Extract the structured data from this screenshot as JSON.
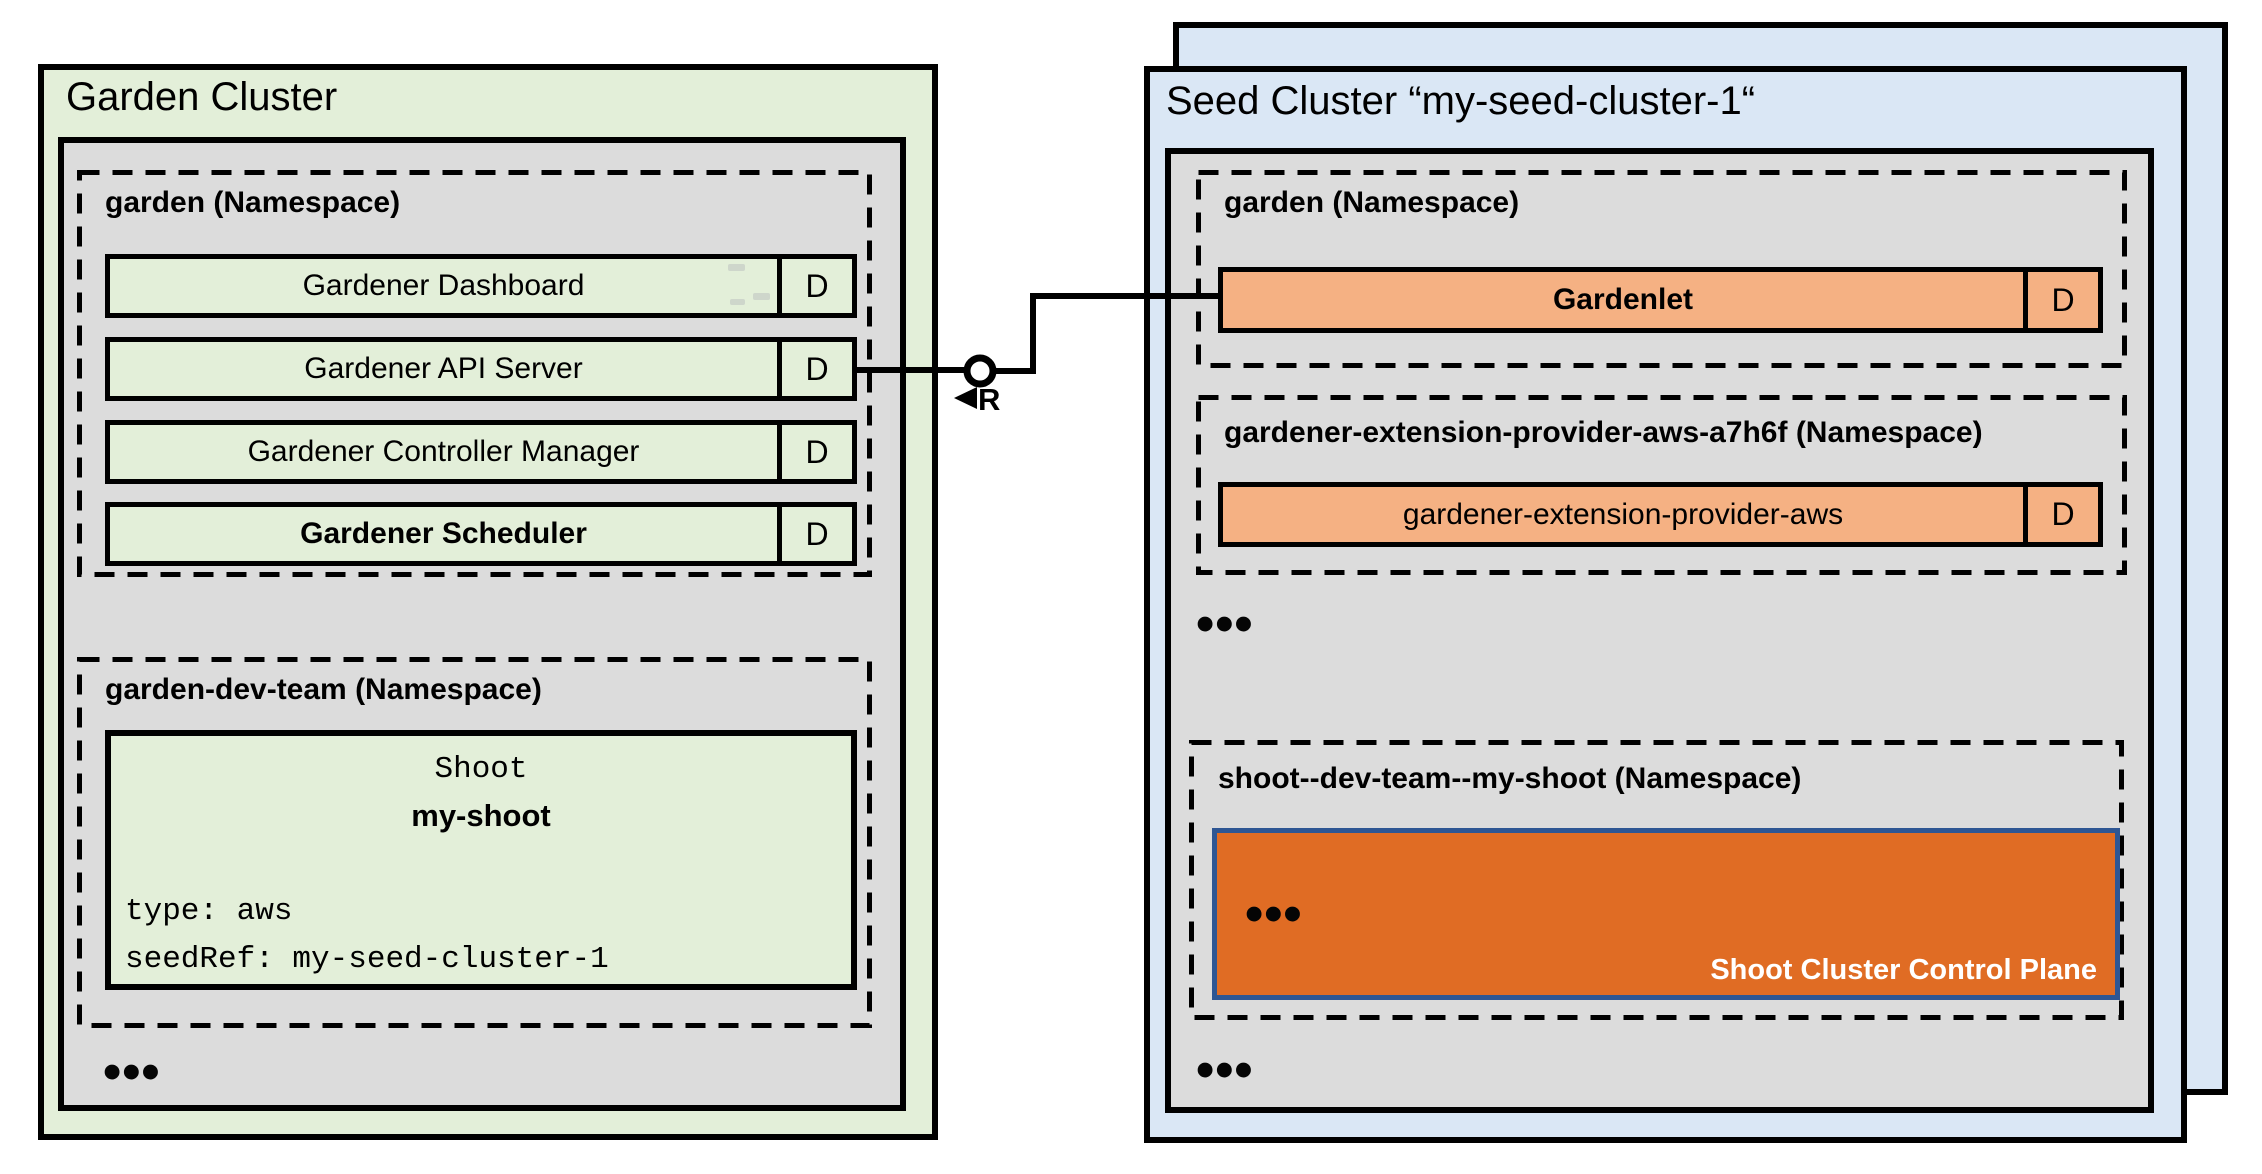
{
  "colors": {
    "garden_cluster_fill": "#e3efd9",
    "namespace_fill": "#dcdcdc",
    "seed_cluster_fill": "#dae7f5",
    "seed_component_fill": "#f5b183",
    "control_plane_fill": "#e06c24",
    "control_plane_border": "#2e5693",
    "line_color": "#000000"
  },
  "garden_cluster": {
    "title": "Garden Cluster",
    "garden_namespace": {
      "title": "garden (Namespace)",
      "components": [
        {
          "label": "Gardener Dashboard",
          "badge": "D"
        },
        {
          "label": "Gardener API Server",
          "badge": "D"
        },
        {
          "label": "Gardener Controller Manager",
          "badge": "D"
        },
        {
          "label": "Gardener Scheduler",
          "badge": "D"
        }
      ]
    },
    "dev_namespace": {
      "title": "garden-dev-team (Namespace)",
      "shoot": {
        "kind": "Shoot",
        "name": "my-shoot",
        "spec_lines": [
          "type: aws",
          "seedRef: my-seed-cluster-1"
        ]
      }
    },
    "ellipsis": "•••"
  },
  "seed_cluster": {
    "title": "Seed Cluster “my-seed-cluster-1“",
    "garden_namespace": {
      "title": "garden (Namespace)",
      "components": [
        {
          "label": "Gardenlet",
          "badge": "D"
        }
      ]
    },
    "extension_namespace": {
      "title": "gardener-extension-provider-aws-a7h6f (Namespace)",
      "components": [
        {
          "label": "gardener-extension-provider-aws",
          "badge": "D"
        }
      ]
    },
    "ellipsis_mid": "•••",
    "shoot_namespace": {
      "title": "shoot--dev-team--my-shoot (Namespace)",
      "control_plane": {
        "ellipsis": "•••",
        "label": "Shoot Cluster Control Plane"
      }
    },
    "ellipsis_bottom": "•••"
  },
  "connector": {
    "interface_label": "R"
  }
}
